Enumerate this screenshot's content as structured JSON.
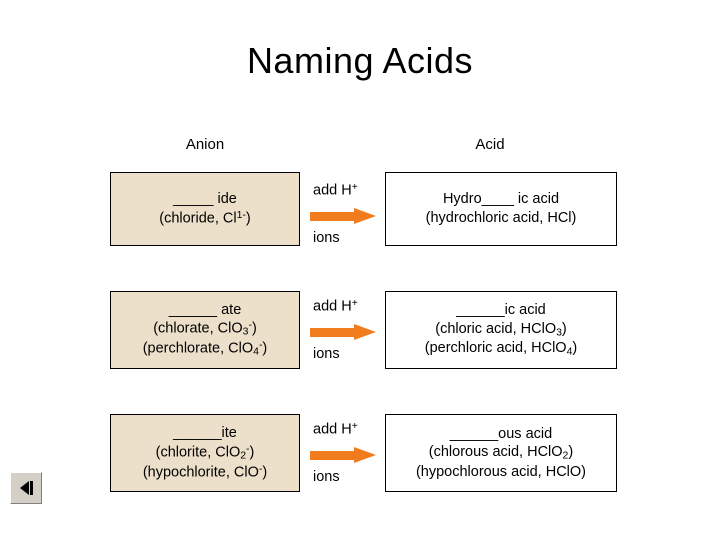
{
  "slide": {
    "title": "Naming Acids",
    "headers": {
      "anion": "Anion",
      "acid": "Acid"
    },
    "arrow_label_top": "add H",
    "arrow_label_top_sup": "+",
    "arrow_label_bottom": "ions",
    "rows": [
      {
        "anion": {
          "line1": "_____ ide",
          "line2_a": "(chloride, Cl",
          "line2_sup": "1-",
          "line2_b": ")"
        },
        "acid": {
          "line1": "Hydro____ ic acid",
          "line2": "(hydrochloric acid, HCl)"
        }
      },
      {
        "anion": {
          "line1": "______ ate",
          "line2_a": "(chlorate, ClO",
          "line2_sub": "3",
          "line2_sup": "-",
          "line2_b": ")",
          "line3_a": "(perchlorate, ClO",
          "line3_sub": "4",
          "line3_sup": "-",
          "line3_b": ")"
        },
        "acid": {
          "line1": "______ic acid",
          "line2_a": "(chloric acid, HClO",
          "line2_sub": "3",
          "line2_b": ")",
          "line3_a": "(perchloric acid, HClO",
          "line3_sub": "4",
          "line3_b": ")"
        }
      },
      {
        "anion": {
          "line1": "______ite",
          "line2_a": "(chlorite, ClO",
          "line2_sub": "2",
          "line2_sup": "-",
          "line2_b": ")",
          "line3_a": "(hypochlorite, ClO",
          "line3_sup": "-",
          "line3_b": ")"
        },
        "acid": {
          "line1": "______ous acid",
          "line2_a": "(chlorous acid, HClO",
          "line2_sub": "2",
          "line2_b": ")",
          "line3_a": "(hypochlorous acid, HClO)"
        }
      }
    ],
    "nav": {
      "back_label": "previous-slide"
    },
    "colors": {
      "anion_box_fill": "#ede0cb",
      "arrow": "#f07c1e",
      "text": "#000000",
      "background": "#ffffff"
    }
  }
}
